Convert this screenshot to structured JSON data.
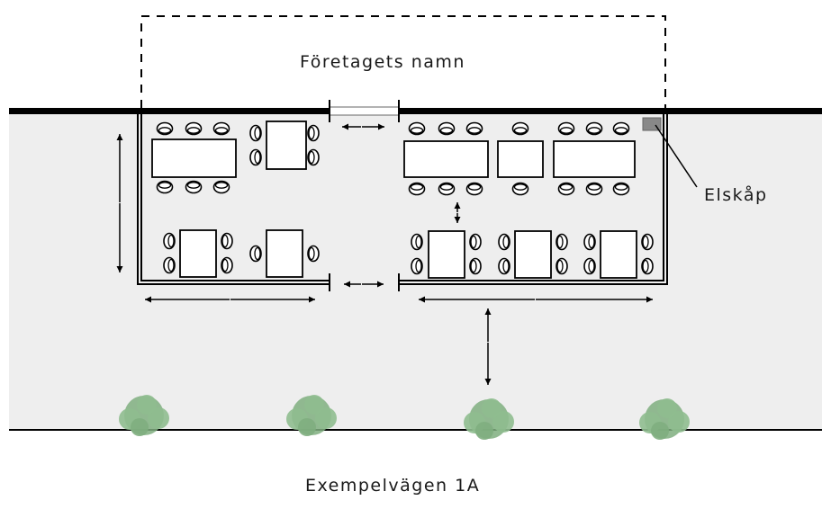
{
  "labels": {
    "company": "Företagets namn",
    "cabinet": "Elskåp",
    "street": "Exempelvägen 1A"
  },
  "colors": {
    "sidewalk": "#eeeeee",
    "line": "#000000",
    "cabinet": "#888888",
    "bush": "#7fae7f"
  },
  "icons": {
    "bush": "bush-icon",
    "chair": "chair-icon",
    "cabinet": "electrical-cabinet-icon"
  }
}
